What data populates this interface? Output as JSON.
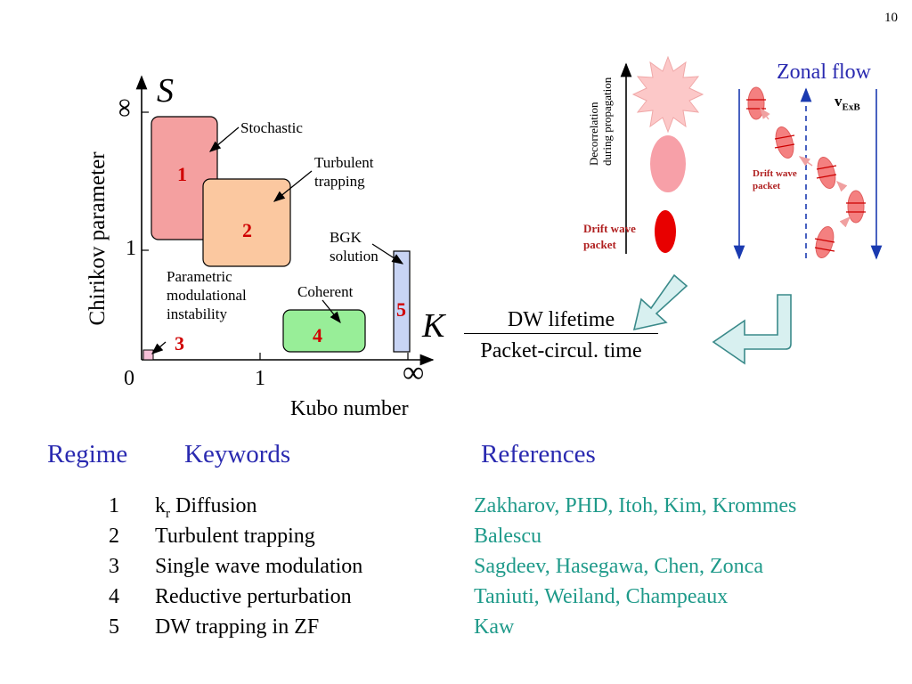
{
  "page_number": "10",
  "diagram": {
    "y_axis_label": "Chirikov parameter",
    "y_axis_symbol": "S",
    "y_tick_inf": "∞",
    "y_tick_one": "1",
    "x_axis_label": "Kubo number",
    "x_axis_symbol": "K",
    "x_tick_zero": "0",
    "x_tick_one": "1",
    "x_tick_inf": "∞",
    "annotations": {
      "stochastic": "Stochastic",
      "turbulent_trapping": [
        "Turbulent",
        "trapping"
      ],
      "bgk_solution": [
        "BGK",
        "solution"
      ],
      "parametric": [
        "Parametric",
        "modulational",
        "instability"
      ],
      "coherent": "Coherent"
    },
    "regions": [
      "1",
      "2",
      "3",
      "4",
      "5"
    ],
    "colors": {
      "region1": "#f4a0a0",
      "region2": "#fbc8a0",
      "region3": "#f7c0d8",
      "region4": "#98ee98",
      "region5": "#c8d4f4",
      "region_label": "#d00000"
    }
  },
  "drift_panel": {
    "vertical_label": [
      "Decorrelation",
      "during propagation"
    ],
    "packet_label": [
      "Drift wave",
      "packet"
    ]
  },
  "zonal_panel": {
    "title": "Zonal flow",
    "velocity_label": "v",
    "velocity_subscript": "ExB",
    "packet_label": [
      "Drift wave",
      "packet"
    ]
  },
  "ratio": {
    "numerator": "DW lifetime",
    "denominator": "Packet-circul. time"
  },
  "table": {
    "headers": {
      "regime": "Regime",
      "keywords": "Keywords",
      "references": "References"
    },
    "rows": [
      {
        "n": "1",
        "keyword_base": "k",
        "keyword_sub": "r",
        "keyword_rest": " Diffusion",
        "refs": "Zakharov, PHD, Itoh, Kim, Krommes"
      },
      {
        "n": "2",
        "keyword": "Turbulent trapping",
        "refs": "Balescu"
      },
      {
        "n": "3",
        "keyword": "Single wave modulation",
        "refs": "Sagdeev, Hasegawa, Chen, Zonca"
      },
      {
        "n": "4",
        "keyword": "Reductive perturbation",
        "refs": "Taniuti, Weiland, Champeaux"
      },
      {
        "n": "5",
        "keyword": "DW trapping in ZF",
        "refs": "Kaw"
      }
    ],
    "colors": {
      "header": "#2a2ab0",
      "refs": "#1f9a8a"
    }
  }
}
